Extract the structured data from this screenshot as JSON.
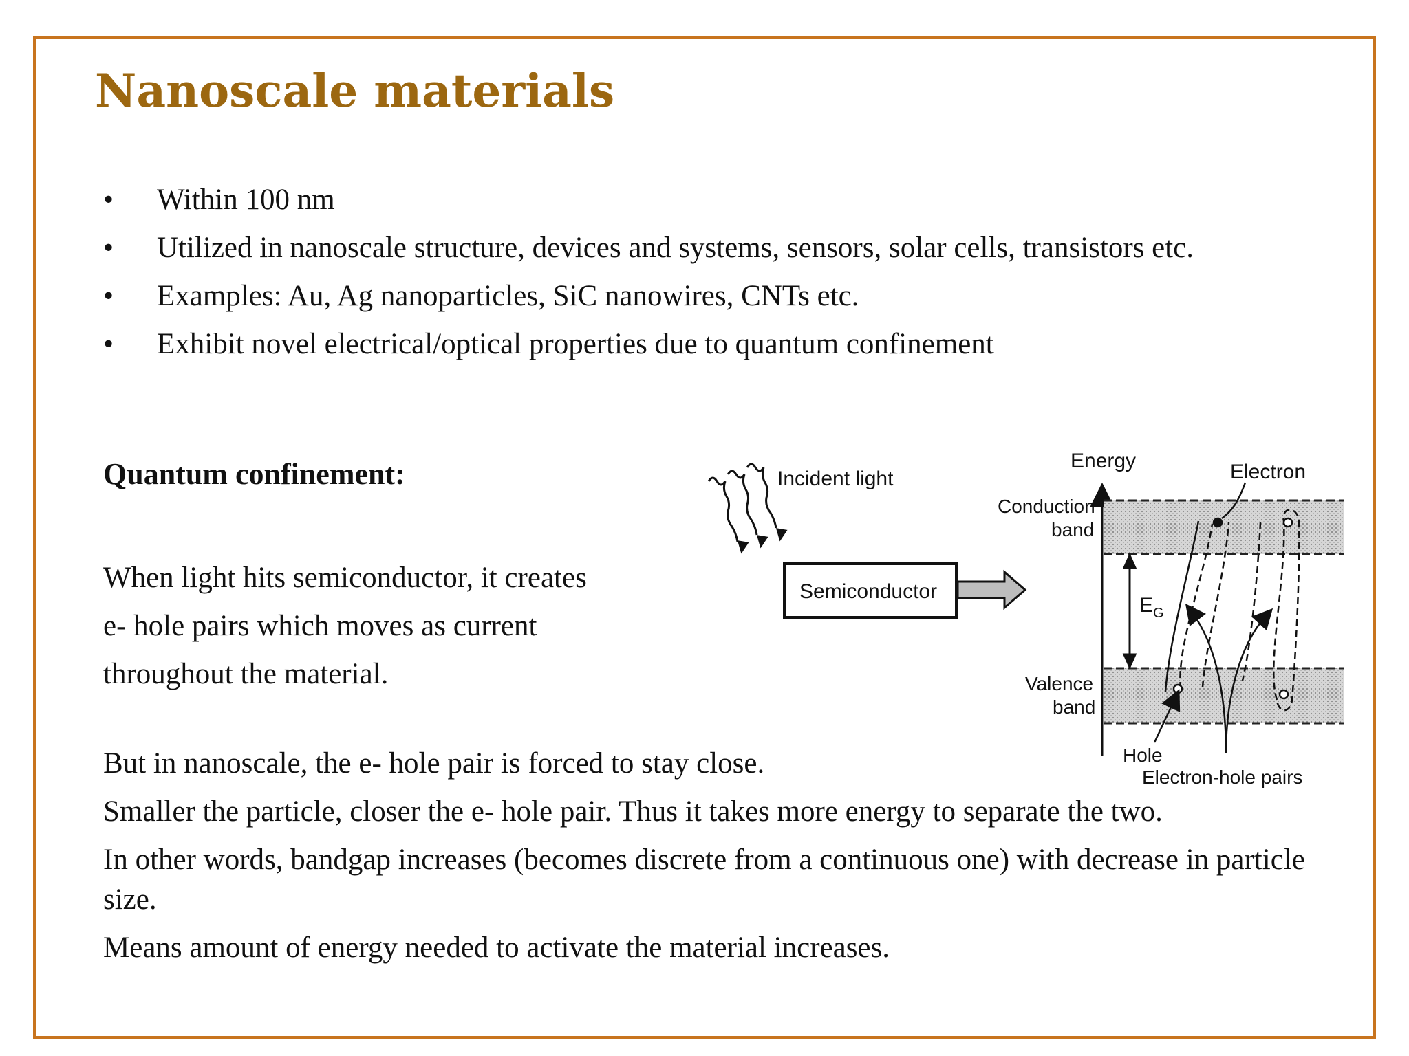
{
  "slide": {
    "title": "Nanoscale materials",
    "bullets": [
      "Within 100 nm",
      "Utilized in nanoscale structure, devices and systems, sensors, solar cells, transistors etc.",
      "Examples: Au, Ag nanoparticles, SiC nanowires, CNTs etc.",
      "Exhibit novel electrical/optical properties due to quantum confinement"
    ],
    "bullet_symbol": "•",
    "subheading": "Quantum confinement:",
    "paragraph1": [
      "When light hits semiconductor, it creates",
      "e- hole pairs which moves as current",
      "throughout the material."
    ],
    "paragraph2": [
      "But in nanoscale, the e- hole pair is forced to stay close.",
      "Smaller the particle, closer the e- hole pair. Thus it takes more energy to separate the two.",
      "In other words, bandgap increases (becomes discrete from a continuous one) with decrease in particle size.",
      "Means amount of energy needed to activate the material increases."
    ]
  },
  "diagram": {
    "incident_light": "Incident light",
    "semiconductor": "Semiconductor",
    "energy": "Energy",
    "electron": "Electron",
    "conduction_band_1": "Conduction",
    "conduction_band_2": "band",
    "valence_band_1": "Valence",
    "valence_band_2": "band",
    "eg": "E",
    "eg_sub": "G",
    "hole": "Hole",
    "electron_hole_pairs": "Electron-hole pairs"
  },
  "colors": {
    "frame_border": "#c8741e",
    "title": "#9c6710",
    "band_fill": "#cfcfcf"
  }
}
